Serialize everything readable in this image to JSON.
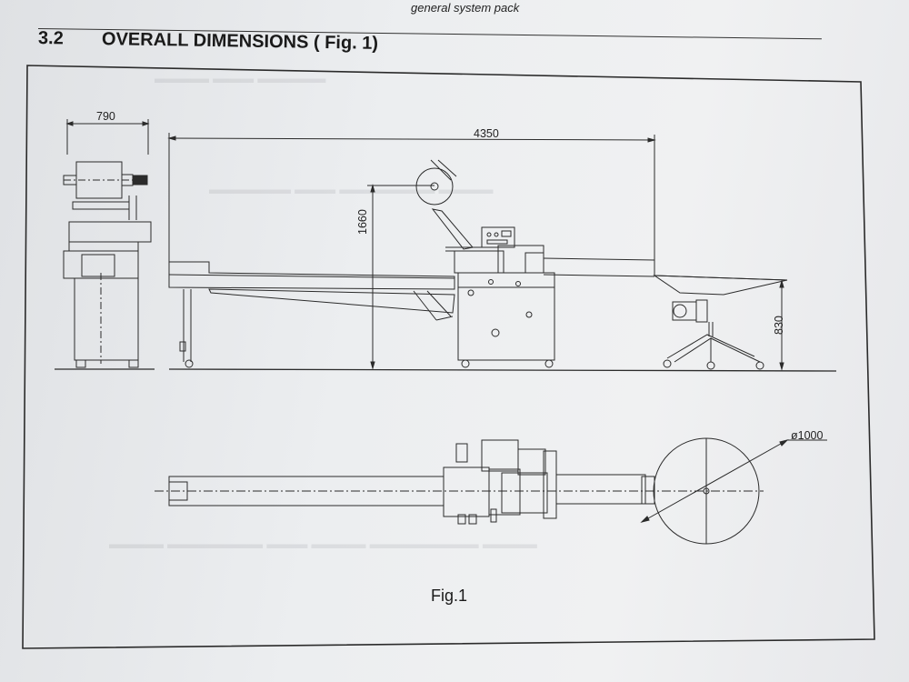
{
  "header": {
    "running_title": "general system pack"
  },
  "section": {
    "number": "3.2",
    "title": "OVERALL DIMENSIONS ( Fig. 1)"
  },
  "figure": {
    "caption": "Fig.1",
    "dimensions": {
      "side_width": "790",
      "overall_length": "4350",
      "overall_height": "1660",
      "table_height": "830",
      "table_diameter": "ø1000"
    }
  },
  "colors": {
    "ink": "#2a2a2a",
    "paper": "#eceef0"
  }
}
